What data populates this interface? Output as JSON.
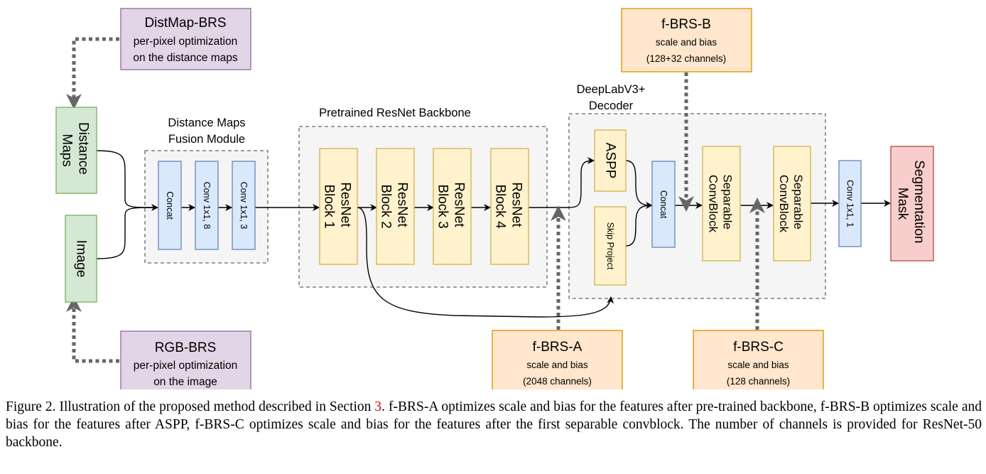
{
  "inputs": {
    "distance_maps": [
      "Distance",
      "Maps"
    ],
    "image": "Image"
  },
  "brs": {
    "distmap": {
      "title": "DistMap-BRS",
      "lines": [
        "per-pixel optimization",
        "on the distance maps"
      ]
    },
    "rgb": {
      "title": "RGB-BRS",
      "lines": [
        "per-pixel optimization",
        "on the image"
      ]
    },
    "fa": {
      "title": "f-BRS-A",
      "line1": "scale and bias",
      "line2": "(2048 channels)"
    },
    "fb": {
      "title": "f-BRS-B",
      "line1": "scale and bias",
      "line2": "(128+32 channels)"
    },
    "fc": {
      "title": "f-BRS-C",
      "line1": "scale and bias",
      "line2": "(128 channels)"
    }
  },
  "fusion": {
    "label": [
      "Distance Maps",
      "Fusion Module"
    ],
    "concat": "Concat",
    "conv1": "Conv 1x1, 8",
    "conv2": "Conv 1x1, 3"
  },
  "backbone": {
    "label": "Pretrained ResNet Backbone",
    "blocks": [
      [
        "ResNet",
        "Block 1"
      ],
      [
        "ResNet",
        "Block 2"
      ],
      [
        "ResNet",
        "Block 3"
      ],
      [
        "ResNet",
        "Block 4"
      ]
    ]
  },
  "decoder": {
    "label": [
      "DeepLabV3+",
      "Decoder"
    ],
    "aspp": "ASPP",
    "skip": "Skip Project",
    "concat": "Concat",
    "sep1": [
      "Separable",
      "ConvBlock"
    ],
    "sep2": [
      "Separable",
      "ConvBlock"
    ]
  },
  "output": {
    "conv": "Conv 1x1, 1",
    "mask": [
      "Segmentation",
      "Mask"
    ]
  },
  "caption": {
    "before_ref": "Figure 2. Illustration of the proposed method described in Section ",
    "ref": "3",
    "after_ref": ". f-BRS-A optimizes scale and bias for the features after pre-trained backbone, f-BRS-B optimizes scale and bias for the features after ASPP, f-BRS-C optimizes scale and bias for the features after the first separable convblock. The number of channels is provided for ResNet-50 backbone."
  },
  "colors": {
    "green_fill": "#d5e8d4",
    "green_stroke": "#82b366",
    "purple_fill": "#e1d5e7",
    "purple_stroke": "#9673a6",
    "blue_fill": "#dae8fc",
    "blue_stroke": "#6c8ebf",
    "yellow_fill": "#fff2cc",
    "yellow_stroke": "#d6b656",
    "orange_fill": "#ffe6cc",
    "orange_stroke": "#d79b00",
    "red_fill": "#f8cecc",
    "red_stroke": "#b85450",
    "dashed_fill": "#f5f5f5",
    "dashed_stroke": "#666666",
    "dotted_arrow": "#666666"
  }
}
